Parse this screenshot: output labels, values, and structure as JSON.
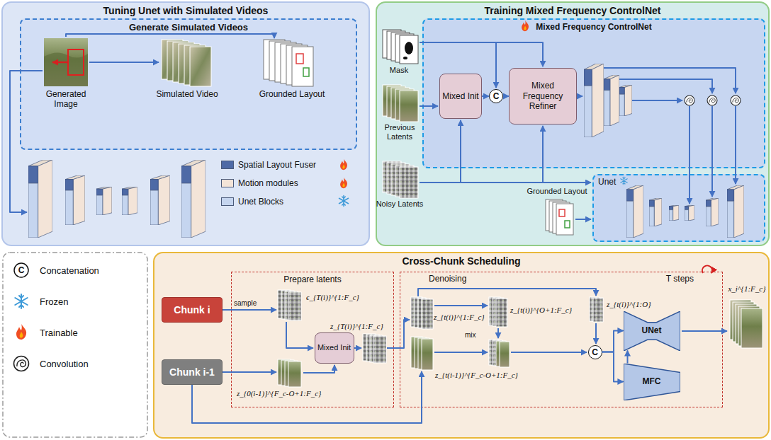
{
  "diagram": {
    "nodes": [
      {
        "text": [
          "Tuning Unet with Simulated Videos"
        ]
      },
      {
        "text": [
          "Generate Simulated Videos"
        ],
        "in": 0
      },
      {
        "text": [
          "Training Mixed Frequency ControlNet"
        ]
      },
      {
        "text": [
          "Mixed Frequency ControlNet"
        ],
        "in": 2
      },
      {
        "text": [
          "Mixed Init"
        ],
        "in": 3
      },
      {
        "text": [
          "C"
        ],
        "in": 3
      },
      {
        "text": [
          "Mixed Frequency Refiner"
        ],
        "in": 3
      },
      {
        "text": [
          "Unet"
        ],
        "in": 2
      },
      {
        "text": [
          "Cross-Chunk Scheduling"
        ]
      },
      {
        "text": [
          "Chunk i"
        ],
        "in": 8
      },
      {
        "text": [
          "Chunk i-1"
        ],
        "in": 8
      },
      {
        "text": [
          "Prepare latents"
        ],
        "in": 8
      },
      {
        "text": [
          "Mixed Init"
        ],
        "in": 11
      },
      {
        "text": [
          "Denoising",
          "T steps"
        ],
        "in": 8
      },
      {
        "text": [
          "C"
        ],
        "in": 13
      },
      {
        "text": [
          "UNet"
        ],
        "in": 13
      },
      {
        "text": [
          "MFC"
        ],
        "in": 13
      }
    ],
    "edges": [
      {
        "from": 4,
        "to": 5,
        "arrow": "to"
      },
      {
        "from": 5,
        "to": 6,
        "arrow": "to"
      },
      {
        "from": 14,
        "to": 15,
        "arrow": "to"
      },
      {
        "from": 14,
        "to": 16,
        "arrow": "to"
      },
      {
        "from": 16,
        "to": 15,
        "arrow": "to"
      }
    ],
    "labels": [
      "Generated Image",
      "Simulated Video",
      "Grounded Layout",
      "Mask",
      "Previous Latents",
      "Noisy Latents",
      "Grounded Layout",
      "C",
      "sample",
      "ϵ_{T(i)}^{1:F_c}",
      "z_{0(i-1)}^{F_c-O+1:F_c}",
      "z_{T(i)}^{1:F_c}",
      "z_{t(i)}^{1:F_c}",
      "z_{t(i)}^{O+1:F_c}",
      "z_{t(i)}^{1:O}",
      "mix",
      "z_{t(i-1)}^{F_c-O+1:F_c}",
      "x_i^{1:F_c}"
    ],
    "legend": [
      {
        "text": "Spatial Layout Fuser",
        "color": "#4e6aa6"
      },
      {
        "text": "Motion modules",
        "color": "#f3e4d8"
      },
      {
        "text": "Unet Blocks",
        "color": "#c5d5ef"
      },
      {
        "text": "Concatenation"
      },
      {
        "text": "Frozen"
      },
      {
        "text": "Trainable"
      },
      {
        "text": "Convolution"
      }
    ]
  }
}
